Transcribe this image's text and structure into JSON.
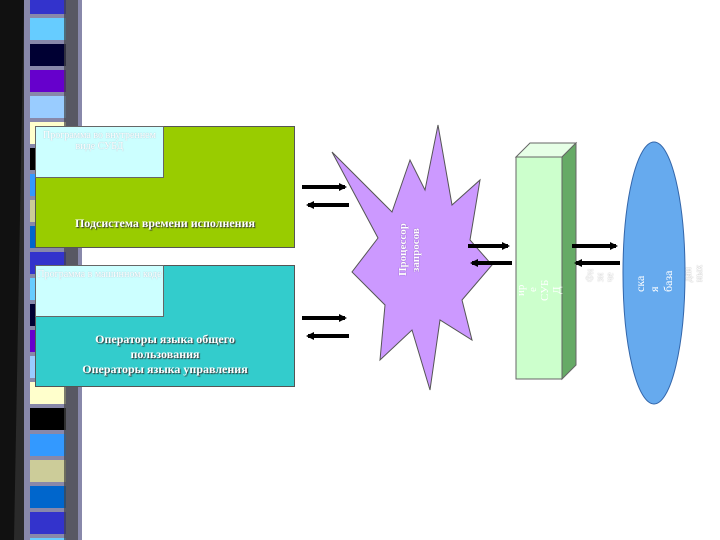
{
  "note_runtime": "Программа во внутреннем виде СУБД",
  "runtime_subsystem": "Подсистема времени исполнения",
  "note_machine": "Программа в машинном коде",
  "languages": [
    "Операторы языка общего",
    "пользования",
    "Операторы языка  управления"
  ],
  "query_processor": "Процессор запросов",
  "dbms_box_fragments": [
    "ир",
    "е",
    "СУБ",
    "Д"
  ],
  "db_left_fragments": [
    "Фи",
    "зи",
    "че"
  ],
  "db_main_fragments": [
    "ска",
    "я",
    "база"
  ],
  "db_right_fragments": [
    "дан",
    "ных"
  ],
  "colors": {
    "green": "#99cc00",
    "teal": "#33cccc",
    "note": "#ccffff",
    "star": "#cc99ff",
    "cylinder": "#ccffcc",
    "ellipse": "#66aaee"
  }
}
